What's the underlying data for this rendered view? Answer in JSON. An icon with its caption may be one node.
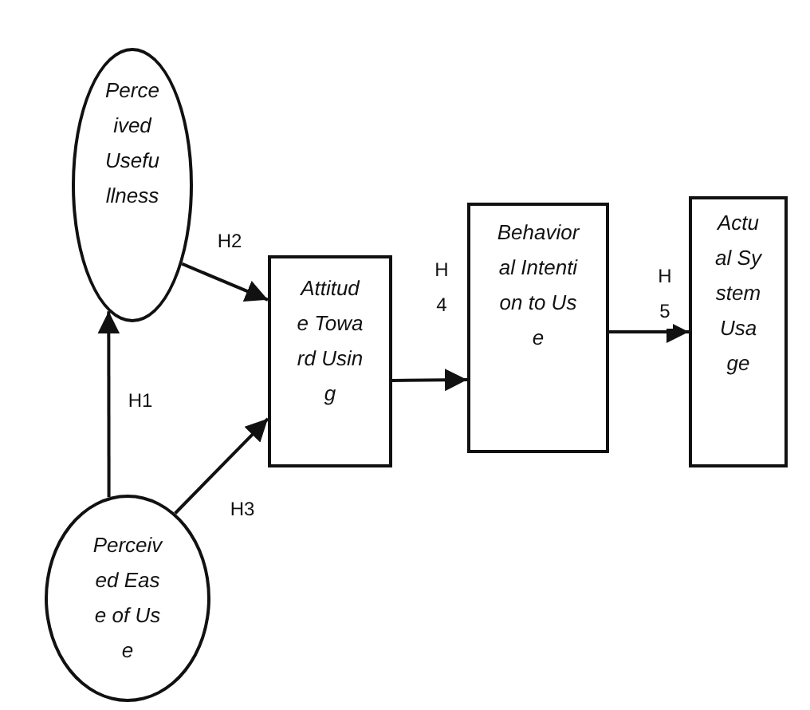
{
  "diagram": {
    "nodes": [
      {
        "text": [
          "Perceived Usefullness"
        ]
      },
      {
        "text": [
          "Perceived Ease of Use"
        ]
      },
      {
        "text": [
          "Attitude Toward Using"
        ]
      },
      {
        "text": [
          "Behavioral Intention to Use"
        ]
      },
      {
        "text": [
          "Actual System Usage"
        ]
      }
    ],
    "edges": [
      {
        "from": 1,
        "to": 0,
        "arrow": "to",
        "label": "H1"
      },
      {
        "from": 0,
        "to": 2,
        "arrow": "to",
        "label": "H2"
      },
      {
        "from": 1,
        "to": 2,
        "arrow": "to",
        "label": "H3"
      },
      {
        "from": 2,
        "to": 3,
        "arrow": "to",
        "label": "H4"
      },
      {
        "from": 3,
        "to": 4,
        "arrow": "to",
        "label": "H5"
      }
    ]
  }
}
